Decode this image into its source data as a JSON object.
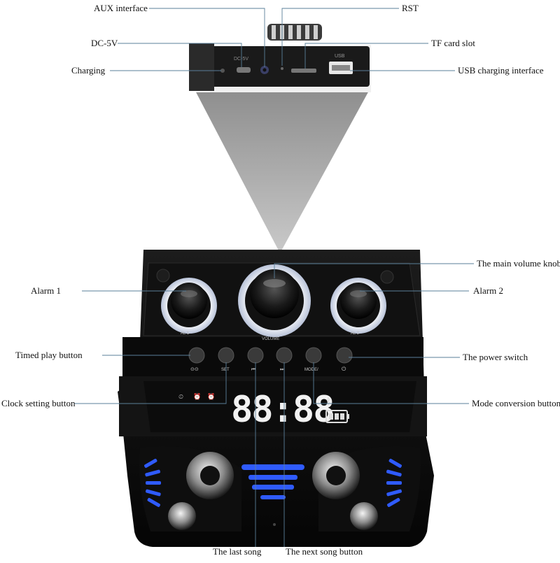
{
  "labels": {
    "aux": "AUX interface",
    "rst": "RST",
    "dc5v": "DC-5V",
    "tf": "TF card slot",
    "charging": "Charging",
    "usb": "USB charging interface",
    "main_volume": "The main volume knob",
    "alarm1": "Alarm 1",
    "alarm2": "Alarm 2",
    "timed_play": "Timed play button",
    "power_switch": "The power switch",
    "clock_setting": "Clock setting button",
    "mode_conversion": "Mode conversion button",
    "last_song": "The last song",
    "next_song": "The next song button"
  },
  "device": {
    "panel_text": {
      "dc5v": "DC-5V",
      "usb": "USB",
      "al1": "AL 1",
      "al2": "AL 2",
      "volume": "VOLUME",
      "set": "SET",
      "mode": "MODE/",
      "clock": "88:88"
    }
  },
  "colors": {
    "device_body": "#0d0d0d",
    "led_blue": "#2f5bff",
    "leader_line": "#5a7f99",
    "projection": "#a8a8a8"
  }
}
